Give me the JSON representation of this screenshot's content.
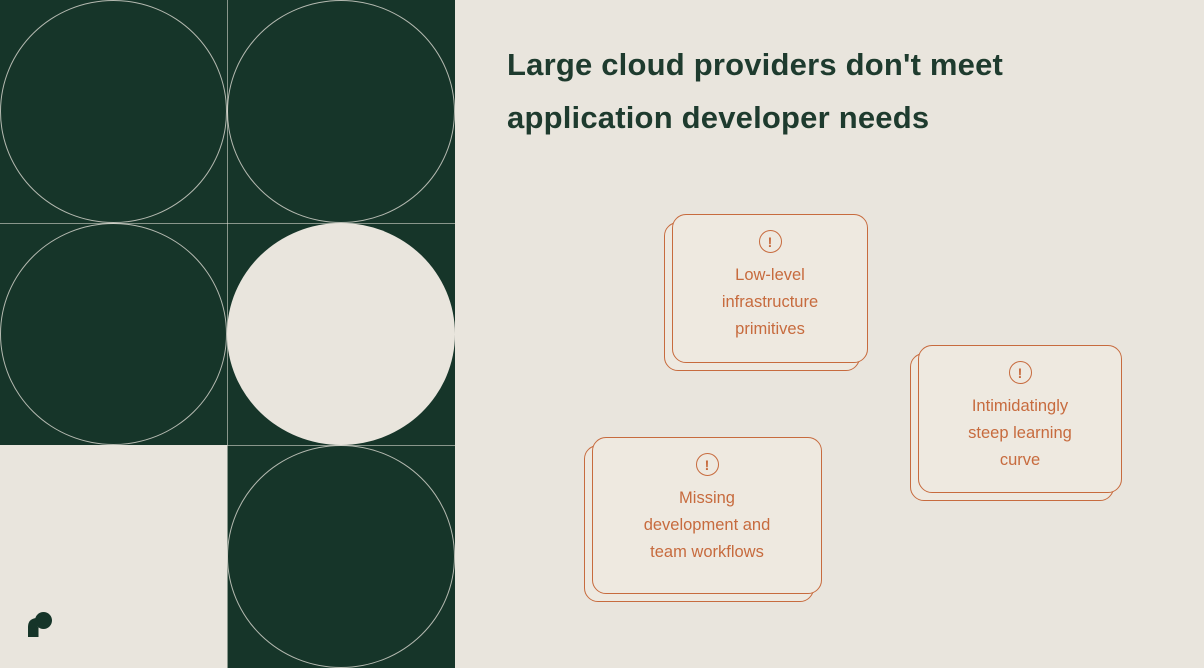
{
  "title": {
    "line1": "Large cloud providers don't meet",
    "line2": "application developer needs"
  },
  "cards": [
    {
      "icon": "!",
      "label": "Low-level infrastructure primitives"
    },
    {
      "icon": "!",
      "label": "Intimidatingly steep learning curve"
    },
    {
      "icon": "!",
      "label": "Missing development and team workflows"
    }
  ],
  "icons": {
    "alert": "exclamation-circle",
    "logo": "brand-mark"
  },
  "colors": {
    "dark_green": "#163529",
    "cream": "#e9e5dd",
    "card_bg": "#eee9e0",
    "orange": "#c76b3e",
    "title_green": "#1e3b2e"
  }
}
